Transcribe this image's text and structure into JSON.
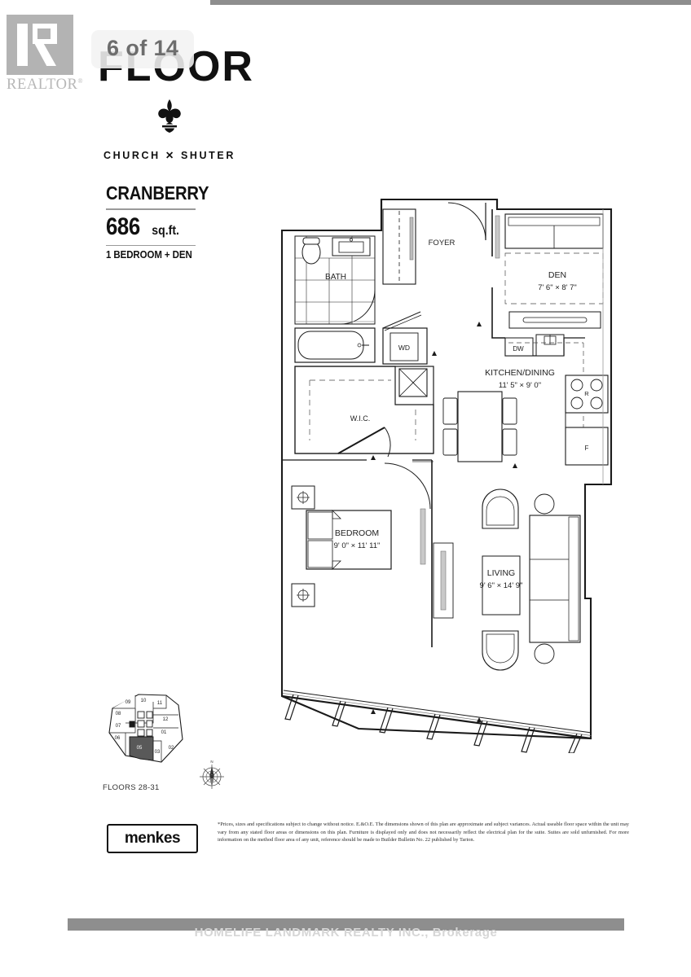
{
  "badge": {
    "counter": "6 of 14"
  },
  "headline": {
    "floor_text": "FLOOR"
  },
  "brand": {
    "fleur_icon": "fleur-de-lis",
    "name": "CHURCH ✕ SHUTER"
  },
  "suite": {
    "name": "CRANBERRY",
    "area_number": "686",
    "area_unit": "sq.ft.",
    "type": "1 BEDROOM + DEN"
  },
  "realtor": {
    "wordmark": "REALTOR",
    "registered": "®"
  },
  "plan": {
    "rooms": [
      {
        "id": "foyer",
        "label": "FOYER",
        "dims": ""
      },
      {
        "id": "bath",
        "label": "BATH",
        "dims": ""
      },
      {
        "id": "wd",
        "label": "WD",
        "dims": ""
      },
      {
        "id": "wic",
        "label": "W.I.C.",
        "dims": ""
      },
      {
        "id": "den",
        "label": "DEN",
        "dims": "7' 6\" × 8' 7\""
      },
      {
        "id": "kitchen",
        "label": "KITCHEN/DINING",
        "dims": "11' 5\" × 9' 0\""
      },
      {
        "id": "bedroom",
        "label": "BEDROOM",
        "dims": "9' 0\" × 11' 11\""
      },
      {
        "id": "living",
        "label": "LIVING",
        "dims": "9' 6\" × 14' 9\""
      }
    ],
    "appliances": [
      {
        "id": "dw",
        "label": "DW"
      },
      {
        "id": "range",
        "label": "R"
      },
      {
        "id": "fridge",
        "label": "F"
      }
    ]
  },
  "keyplan": {
    "caption": "FLOORS 28-31",
    "highlighted_unit": "05",
    "units": [
      "09",
      "10",
      "11",
      "08",
      "12",
      "07",
      "01",
      "06",
      "05",
      "03",
      "02"
    ],
    "compass_north": "N"
  },
  "footer": {
    "developer": "menkes",
    "disclaimer": "*Prices, sizes and specifications subject to change without notice. E.&O.E. The dimensions shown of this plan are approximate and subject variances. Actual useable floor space within the unit may vary from any stated floor areas or dimensions on this plan. Furniture is displayed only and does not necessarily reflect the electrical plan for the suite. Suites are sold unfurnished. For more information on the method floor area of any unit, reference should be made to Builder Bulletin No. 22 published by Tarion."
  },
  "watermark": {
    "brokerage": "HOMELIFE LANDMARK REALTY INC., Brokerage"
  },
  "colors": {
    "gray_bar": "#8e8e8e",
    "realtor_gray": "#b3b3b3",
    "line": "#1a1a1a",
    "keyplan_highlight": "#595959"
  }
}
